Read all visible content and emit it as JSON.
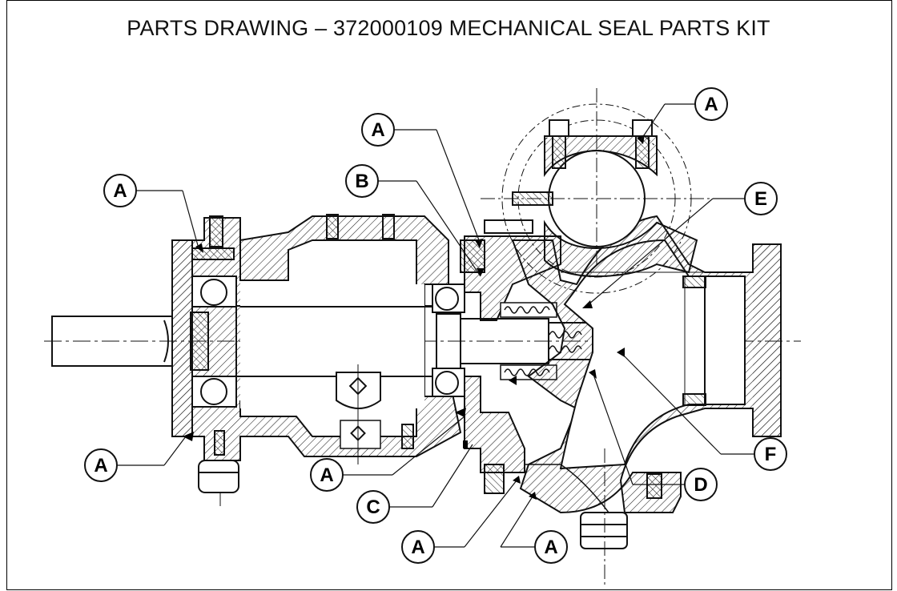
{
  "title": "PARTS DRAWING – 372000109 MECHANICAL SEAL PARTS KIT",
  "callouts": [
    {
      "id": "a1",
      "letter": "A"
    },
    {
      "id": "a2",
      "letter": "A"
    },
    {
      "id": "a3",
      "letter": "A"
    },
    {
      "id": "a4",
      "letter": "A"
    },
    {
      "id": "a5",
      "letter": "A"
    },
    {
      "id": "a6",
      "letter": "A"
    },
    {
      "id": "a7",
      "letter": "A"
    },
    {
      "id": "b",
      "letter": "B"
    },
    {
      "id": "c",
      "letter": "C"
    },
    {
      "id": "d",
      "letter": "D"
    },
    {
      "id": "e",
      "letter": "E"
    },
    {
      "id": "f",
      "letter": "F"
    }
  ]
}
